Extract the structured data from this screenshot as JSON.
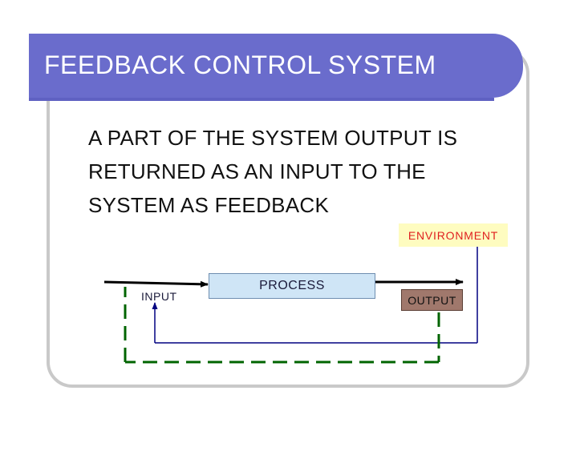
{
  "slide": {
    "title": "FEEDBACK CONTROL SYSTEM",
    "bullet_lines": [
      "A PART OF THE SYSTEM OUTPUT IS",
      "RETURNED AS AN INPUT TO THE",
      "SYSTEM AS FEEDBACK"
    ]
  },
  "diagram": {
    "environment_label": "ENVIRONMENT",
    "process_label": "PROCESS",
    "input_label": "INPUT",
    "output_label": "OUTPUT"
  },
  "colors": {
    "title_bar": "#6a6ccc",
    "main_flow_arrow": "#000000",
    "feedback_line": "#000080",
    "dashed_feedback": "#006400",
    "environment_text": "#e02020",
    "output_box": "#a0786c"
  }
}
